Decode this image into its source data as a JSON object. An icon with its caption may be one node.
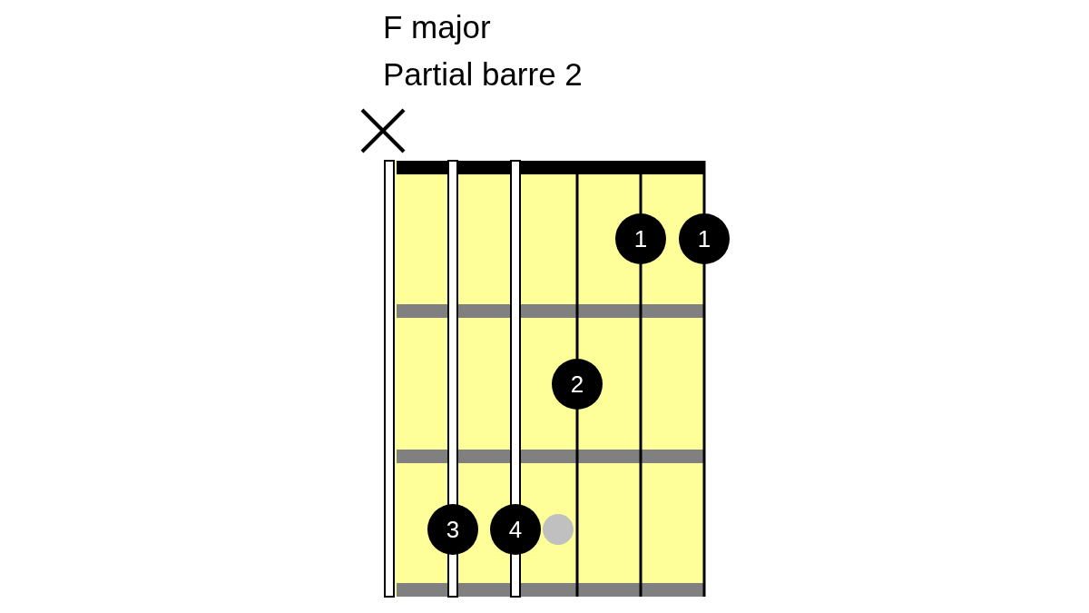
{
  "diagram": {
    "title": "F major",
    "nodes": [
      {
        "text": [
          "1"
        ]
      },
      {
        "text": [
          "1"
        ]
      },
      {
        "text": [
          "2"
        ]
      },
      {
        "text": [
          "3"
        ]
      },
      {
        "text": [
          "4"
        ]
      },
      {
        "text": [],
        "shape": "circle"
      }
    ],
    "labels": [
      "Partial barre 2"
    ]
  }
}
